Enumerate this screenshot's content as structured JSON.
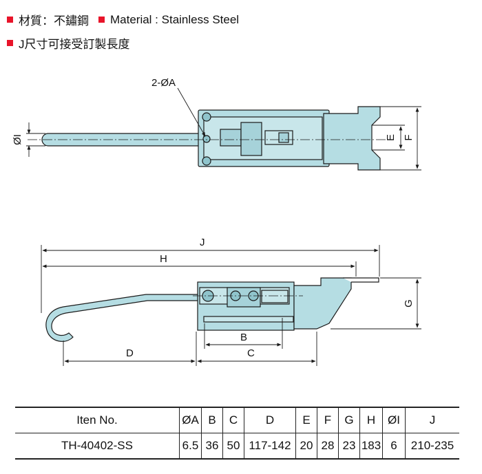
{
  "notes": {
    "material_zh": "材質：不鏽鋼",
    "material_en": "Material : Stainless Steel",
    "custom_length": "J尺寸可接受訂製長度"
  },
  "drawing": {
    "top_view": {
      "hole_label": "2-ØA",
      "dim_i": "ØI",
      "dim_e": "E",
      "dim_f": "F"
    },
    "side_view": {
      "dim_j": "J",
      "dim_h": "H",
      "dim_g": "G",
      "dim_b": "B",
      "dim_d": "D",
      "dim_c": "C"
    },
    "colors": {
      "part_fill": "#b5dde3",
      "line": "#1a1a1a",
      "accent": "#e8142a"
    }
  },
  "spec_table": {
    "headers": [
      "Iten No.",
      "ØA",
      "B",
      "C",
      "D",
      "E",
      "F",
      "G",
      "H",
      "ØI",
      "J"
    ],
    "rows": [
      [
        "TH-40402-SS",
        "6.5",
        "36",
        "50",
        "117-142",
        "20",
        "28",
        "23",
        "183",
        "6",
        "210-235"
      ]
    ]
  }
}
